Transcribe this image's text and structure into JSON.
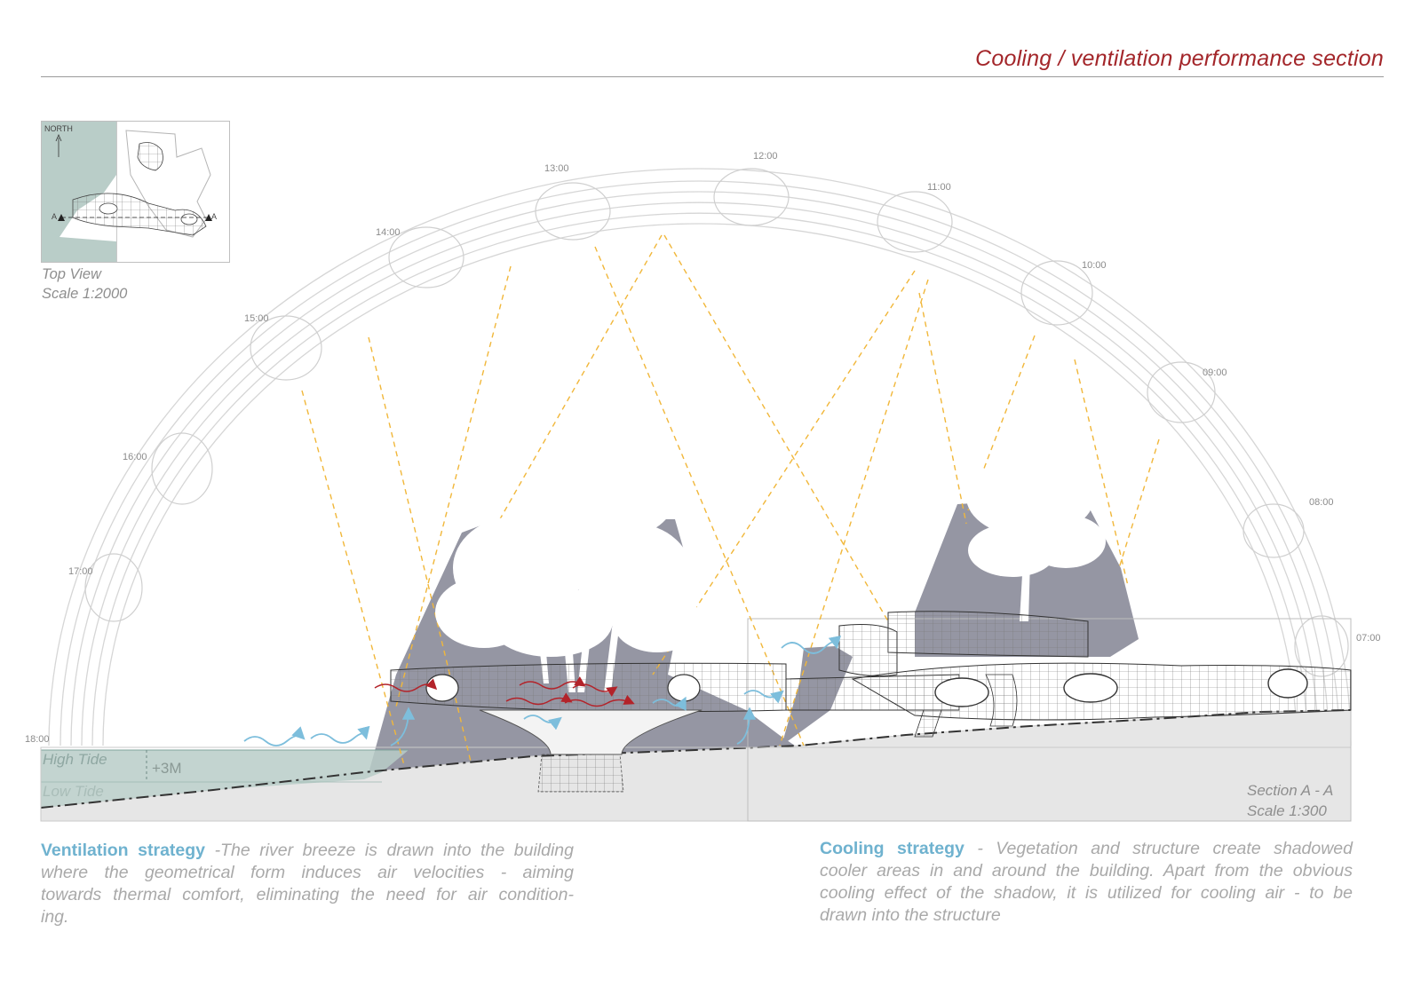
{
  "title": "Cooling / ventilation performance section",
  "inset": {
    "north": "NORTH",
    "section_marker": "A",
    "caption_line1": "Top View",
    "caption_line2": "Scale 1:2000"
  },
  "sun_times": [
    "07:00",
    "08:00",
    "09:00",
    "10:00",
    "11:00",
    "12:00",
    "13:00",
    "14:00",
    "15:00",
    "16:00",
    "17:00",
    "18:00"
  ],
  "tides": {
    "high": "High Tide",
    "low": "Low Tide",
    "difference": "+3M"
  },
  "section": {
    "caption_line1": "Section A - A",
    "caption_line2": "Scale 1:300"
  },
  "ventilation": {
    "heading": "Ventilation strategy",
    "lines": [
      "-The river breeze is drawn into the building",
      "where the geometrical form induces air velocities - aiming",
      "towards thermal comfort, eliminating the need for  air condition-",
      "ing."
    ]
  },
  "cooling": {
    "heading": "Cooling strategy",
    "lines": [
      "- Vegetation and structure create shadowed",
      "cooler areas in and around the building. Apart from the obvious",
      "cooling effect of the shadow, it is utilized for cooling air - to be",
      "drawn into the structure"
    ]
  },
  "colors": {
    "title": "#a3262a",
    "heading_blue": "#6fb2cf",
    "shadow": "#9596a3",
    "water": "#b9cdc8",
    "sun_ray": "#f1b73a",
    "warm_air": "#b3232a",
    "breeze": "#7dbedc"
  }
}
